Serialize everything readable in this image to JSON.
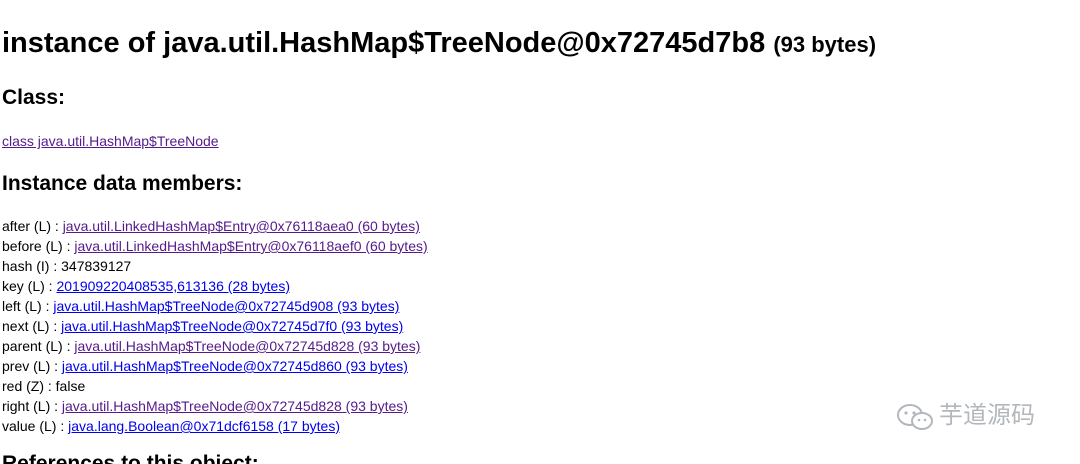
{
  "title": {
    "main": "instance of java.util.HashMap$TreeNode@0x72745d7b8",
    "size": "(93 bytes)"
  },
  "class_section": {
    "heading": "Class:",
    "link": "class java.util.HashMap$TreeNode"
  },
  "members_section": {
    "heading": "Instance data members:",
    "items": [
      {
        "label": "after (L) : ",
        "link": "java.util.LinkedHashMap$Entry@0x76118aea0 (60 bytes)",
        "visited": true
      },
      {
        "label": "before (L) : ",
        "link": "java.util.LinkedHashMap$Entry@0x76118aef0 (60 bytes)",
        "visited": true
      },
      {
        "label": "hash (I) : 347839127",
        "link": ""
      },
      {
        "label": "key (L) : ",
        "link": "201909220408535,613136 (28 bytes)",
        "visited": false
      },
      {
        "label": "left (L) : ",
        "link": "java.util.HashMap$TreeNode@0x72745d908 (93 bytes)",
        "visited": false
      },
      {
        "label": "next (L) : ",
        "link": "java.util.HashMap$TreeNode@0x72745d7f0 (93 bytes)",
        "visited": false
      },
      {
        "label": "parent (L) : ",
        "link": "java.util.HashMap$TreeNode@0x72745d828 (93 bytes)",
        "visited": true
      },
      {
        "label": "prev (L) : ",
        "link": "java.util.HashMap$TreeNode@0x72745d860 (93 bytes)",
        "visited": false
      },
      {
        "label": "red (Z) : false",
        "link": ""
      },
      {
        "label": "right (L) : ",
        "link": "java.util.HashMap$TreeNode@0x72745d828 (93 bytes)",
        "visited": true
      },
      {
        "label": "value (L) : ",
        "link": "java.lang.Boolean@0x71dcf6158 (17 bytes)",
        "visited": false
      }
    ]
  },
  "references_section": {
    "heading": "References to this object:"
  },
  "watermark": {
    "text": "芋道源码",
    "icon": "wechat-icon"
  },
  "colors": {
    "visited_link": "#551a8b",
    "link": "#0000ee",
    "watermark": "#9aa0a6"
  }
}
